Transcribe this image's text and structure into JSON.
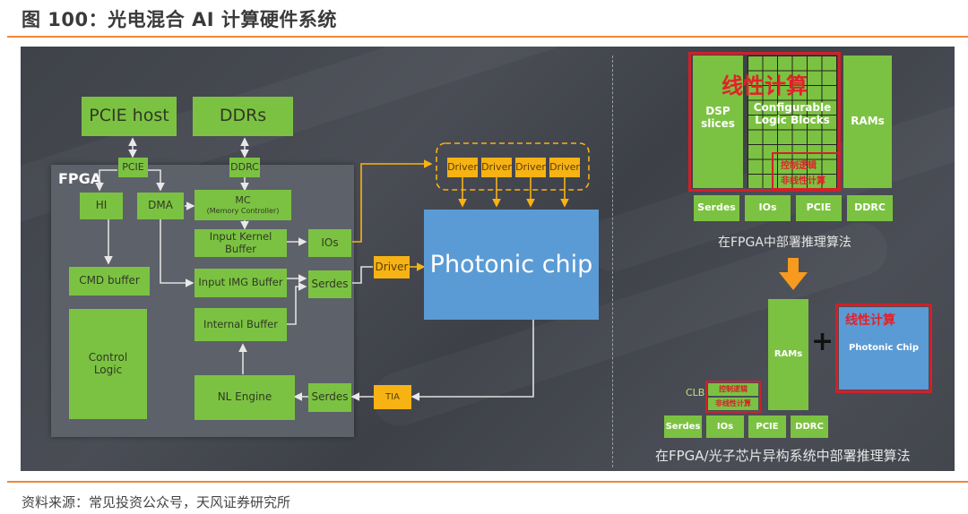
{
  "figure": {
    "title": "图 100：光电混合 AI 计算硬件系统",
    "source": "资料来源：常见投资公众号，天风证券研究所"
  },
  "colors": {
    "accent_rule": "#ef8a3a",
    "block_green": "#7cc242",
    "driver_orange": "#f7b314",
    "photonic_blue": "#5b9bd5",
    "highlight_red": "#d0202a",
    "panel_bg": "#45484f"
  },
  "left_diagram": {
    "external": {
      "pcie_host": "PCIE host",
      "ddrs": "DDRs"
    },
    "fpga_label": "FPGA",
    "blocks": {
      "pcie": "PCIE",
      "ddrc": "DDRC",
      "hi": "HI",
      "dma": "DMA",
      "mc": "MC",
      "mc_sub": "(Memory Controller)",
      "cmd_buffer": "CMD buffer",
      "control_logic": "Control Logic",
      "input_kernel_buffer": "Input Kernel Buffer",
      "input_img_buffer": "Input IMG Buffer",
      "internal_buffer": "Internal Buffer",
      "nl_engine": "NL Engine",
      "ios": "IOs",
      "serdes_tx": "Serdes",
      "serdes_rx": "Serdes"
    },
    "drivers": [
      "Driver",
      "Driver",
      "Driver",
      "Driver"
    ],
    "single_driver": "Driver",
    "tia": "TIA",
    "photonic_chip": "Photonic chip"
  },
  "right_top": {
    "linear_compute": "线性计算",
    "dsp": "DSP slices",
    "clb": "Configurable Logic Blocks",
    "control_logic_cn": "控制逻辑",
    "nonlinear_cn": "非线性计算",
    "rams": "RAMs",
    "io_row": [
      "Serdes",
      "IOs",
      "PCIE",
      "DDRC"
    ],
    "caption": "在FPGA中部署推理算法"
  },
  "right_bottom": {
    "rams": "RAMs",
    "plus": "+",
    "clb_label": "CLB",
    "control_logic_cn": "控制逻辑",
    "nonlinear_cn": "非线性计算",
    "linear_compute": "线性计算",
    "photonic_chip": "Photonic Chip",
    "io_row": [
      "Serdes",
      "IOs",
      "PCIE",
      "DDRC"
    ],
    "caption": "在FPGA/光子芯片异构系统中部署推理算法"
  }
}
